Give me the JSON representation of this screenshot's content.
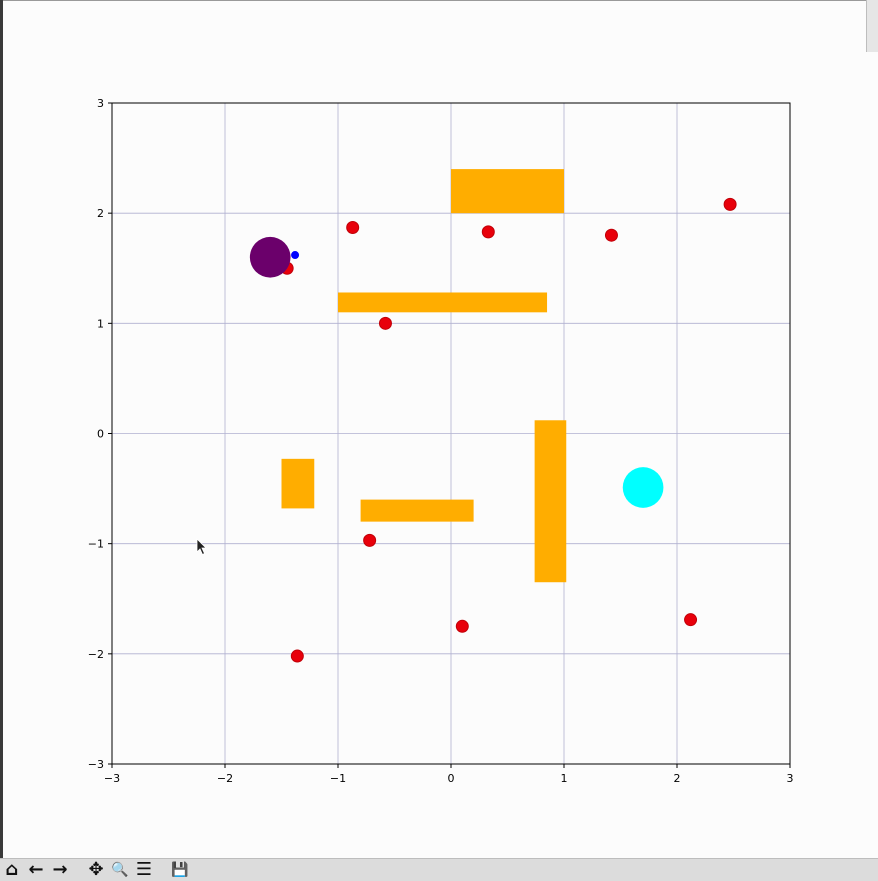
{
  "toolbar": {
    "buttons": [
      {
        "name": "home-button",
        "icon": "home-icon",
        "glyph": "⌂"
      },
      {
        "name": "back-button",
        "icon": "arrow-left-icon",
        "glyph": "←"
      },
      {
        "name": "forward-button",
        "icon": "arrow-right-icon",
        "glyph": "→"
      },
      {
        "name": "pan-button",
        "icon": "move-icon",
        "glyph": "✥"
      },
      {
        "name": "zoom-button",
        "icon": "magnifier-icon",
        "glyph": "🔍"
      },
      {
        "name": "configure-subplots-button",
        "icon": "sliders-icon",
        "glyph": "☰"
      },
      {
        "name": "save-button",
        "icon": "floppy-icon",
        "glyph": "💾"
      }
    ]
  },
  "chart_data": {
    "type": "scatter",
    "xlim": [
      -3,
      3
    ],
    "ylim": [
      -3,
      3
    ],
    "xticks": [
      "−3",
      "−2",
      "−1",
      "0",
      "1",
      "2",
      "3"
    ],
    "yticks": [
      "−3",
      "−2",
      "−1",
      "0",
      "1",
      "2",
      "3"
    ],
    "grid": true,
    "colors": {
      "obstacle": "#ffad00",
      "point": "#e8000b",
      "agent": "#6b006b",
      "goal": "#00ffff",
      "heading": "#0000ff",
      "grid": "#b0b0d0"
    },
    "obstacles": [
      {
        "x": 0.0,
        "y": 2.0,
        "w": 1.0,
        "h": 0.4
      },
      {
        "x": -1.0,
        "y": 1.1,
        "w": 1.85,
        "h": 0.18
      },
      {
        "x": -1.5,
        "y": -0.68,
        "w": 0.29,
        "h": 0.45
      },
      {
        "x": -0.8,
        "y": -0.8,
        "w": 1.0,
        "h": 0.2
      },
      {
        "x": 0.74,
        "y": -1.35,
        "w": 0.28,
        "h": 1.47
      }
    ],
    "points": [
      {
        "x": -0.87,
        "y": 1.87
      },
      {
        "x": 0.33,
        "y": 1.83
      },
      {
        "x": 1.42,
        "y": 1.8
      },
      {
        "x": 2.47,
        "y": 2.08
      },
      {
        "x": -1.45,
        "y": 1.5
      },
      {
        "x": -0.58,
        "y": 1.0
      },
      {
        "x": -0.72,
        "y": -0.97
      },
      {
        "x": 0.1,
        "y": -1.75
      },
      {
        "x": 2.12,
        "y": -1.69
      },
      {
        "x": -1.36,
        "y": -2.02
      }
    ],
    "agent": {
      "x": -1.6,
      "y": 1.6,
      "r": 0.18
    },
    "heading_marker": {
      "x": -1.38,
      "y": 1.62
    },
    "goal": {
      "x": 1.7,
      "y": -0.49,
      "r": 0.18
    }
  }
}
